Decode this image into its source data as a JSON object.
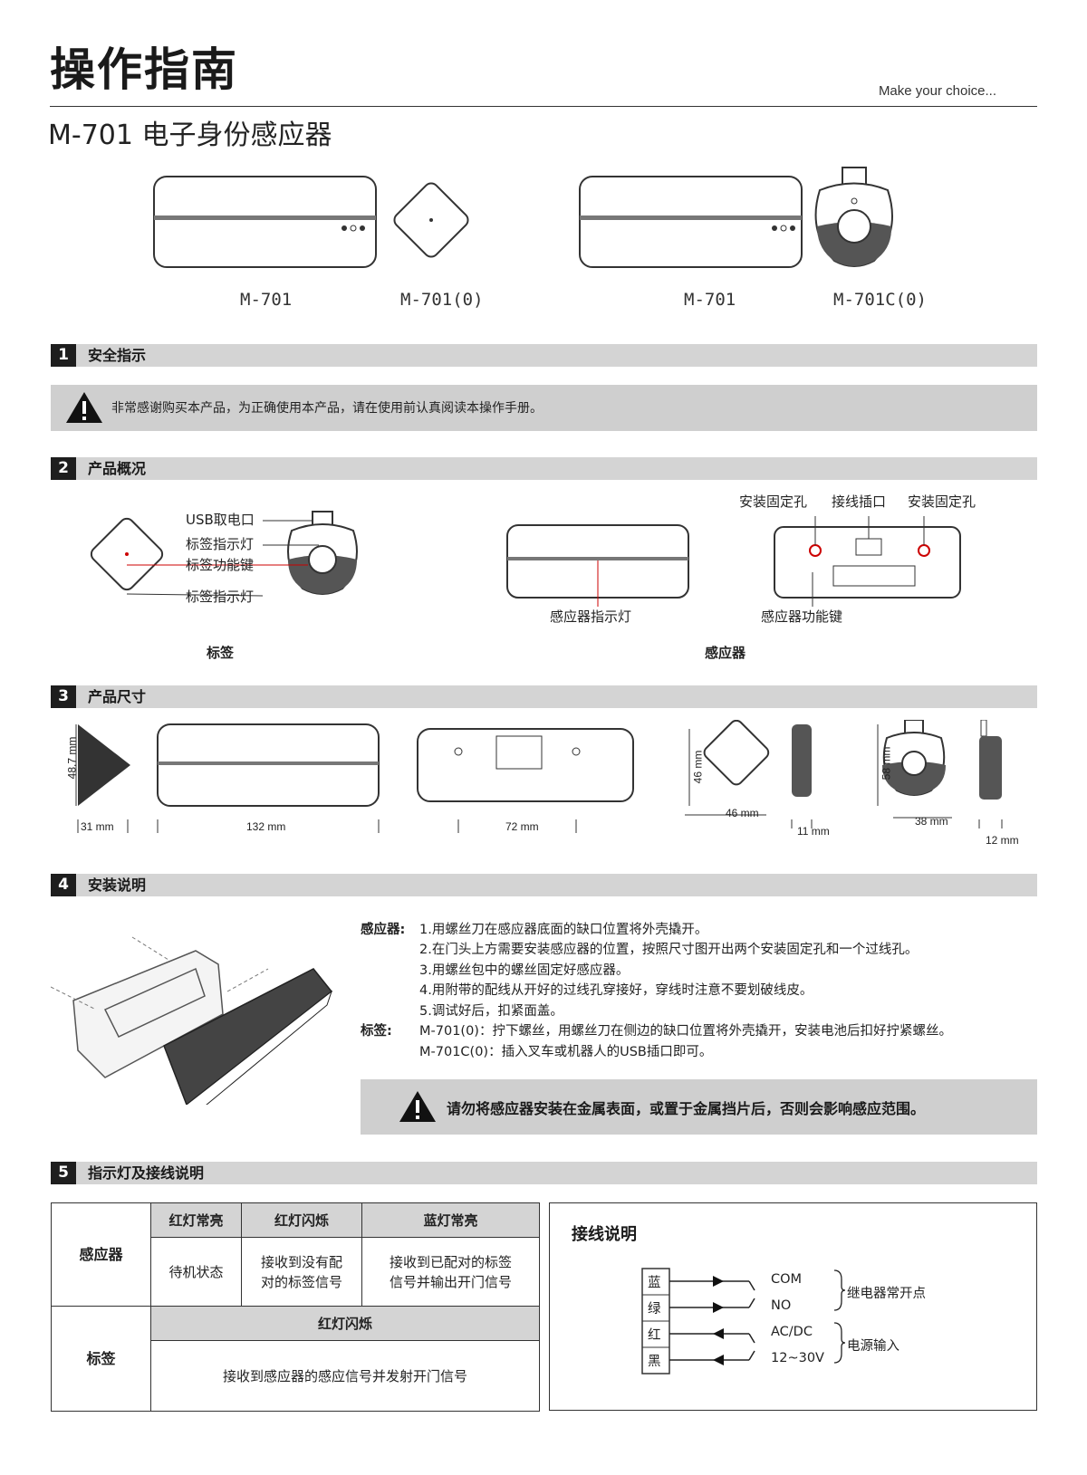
{
  "header": {
    "title": "操作指南",
    "slogan": "Make  your choice...",
    "subtitle": "M-701 电子身份感应器"
  },
  "models": [
    "M-701",
    "M-701(0)",
    "M-701",
    "M-701C(0)"
  ],
  "sections": {
    "s1": {
      "num": "1",
      "title": "安全指示",
      "notice": "非常感谢购买本产品，为正确使用本产品，请在使用前认真阅读本操作手册。"
    },
    "s2": {
      "num": "2",
      "title": "产品概况",
      "tag_labels": [
        "USB取电口",
        "标签指示灯",
        "标签功能键",
        "标签指示灯"
      ],
      "tag_caption": "标签",
      "sensor_top_labels": [
        "安装固定孔",
        "接线插口",
        "安装固定孔"
      ],
      "sensor_led_label": "感应器指示灯",
      "sensor_key_label": "感应器功能键",
      "sensor_caption": "感应器"
    },
    "s3": {
      "num": "3",
      "title": "产品尺寸",
      "dims": {
        "height": "48.7 mm",
        "depth": "31 mm",
        "length": "132 mm",
        "hole": "72 mm",
        "tag_h": "46 mm",
        "tag_w": "46 mm",
        "tag_t": "11 mm",
        "usb_h": "58 mm",
        "usb_w": "38 mm",
        "usb_t": "12 mm"
      }
    },
    "s4": {
      "num": "4",
      "title": "安装说明",
      "sensor_label": "感应器:",
      "sensor_steps": [
        "1.用螺丝刀在感应器底面的缺口位置将外壳撬开。",
        "2.在门头上方需要安装感应器的位置，按照尺寸图开出两个安装固定孔和一个过线孔。",
        "3.用螺丝包中的螺丝固定好感应器。",
        "4.用附带的配线从开好的过线孔穿接好，穿线时注意不要划破线皮。",
        "5.调试好后，扣紧面盖。"
      ],
      "tag_label": "标签:",
      "tag_steps": [
        "M-701(0)：拧下螺丝，用螺丝刀在侧边的缺口位置将外壳撬开，安装电池后扣好拧紧螺丝。",
        "M-701C(0)：插入叉车或机器人的USB插口即可。"
      ],
      "warning": "请勿将感应器安装在金属表面，或置于金属挡片后，否则会影响感应范围。"
    },
    "s5": {
      "num": "5",
      "title": "指示灯及接线说明",
      "table": {
        "sensor_row": "感应器",
        "sensor_heads": [
          "红灯常亮",
          "红灯闪烁",
          "蓝灯常亮"
        ],
        "sensor_vals": [
          [
            "待机状态"
          ],
          [
            "接收到没有配",
            "对的标签信号"
          ],
          [
            "接收到已配对的标签",
            "信号并输出开门信号"
          ]
        ],
        "tag_row": "标签",
        "tag_head": "红灯闪烁",
        "tag_val": "接收到感应器的感应信号并发射开门信号"
      },
      "wiring": {
        "title": "接线说明",
        "wires": [
          "蓝",
          "绿",
          "红",
          "黑"
        ],
        "terminals": [
          "COM",
          "NO",
          "AC/DC",
          "12~30V"
        ],
        "groups": [
          "继电器常开点",
          "电源输入"
        ]
      }
    }
  }
}
